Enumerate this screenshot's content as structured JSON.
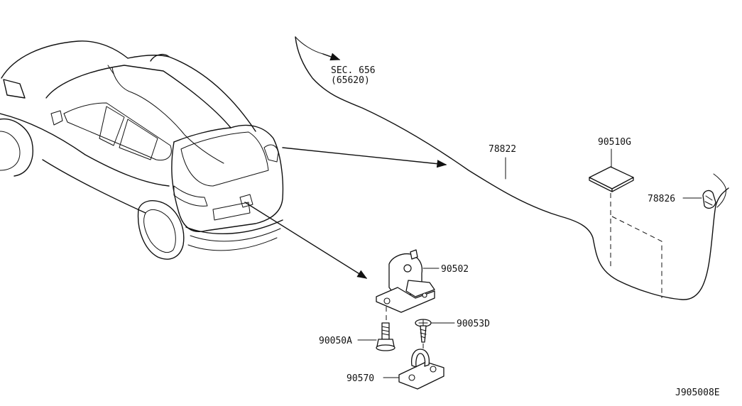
{
  "diagram": {
    "drawing_code": "J905008E",
    "section_reference": {
      "sec": "SEC. 656",
      "sub": "(65620)"
    },
    "parts": [
      {
        "id": "p78822",
        "number": "78822"
      },
      {
        "id": "p90510g",
        "number": "90510G"
      },
      {
        "id": "p78826",
        "number": "78826"
      },
      {
        "id": "p90502",
        "number": "90502"
      },
      {
        "id": "p90053d",
        "number": "90053D"
      },
      {
        "id": "p90050a",
        "number": "90050A"
      },
      {
        "id": "p90570",
        "number": "90570"
      }
    ]
  }
}
